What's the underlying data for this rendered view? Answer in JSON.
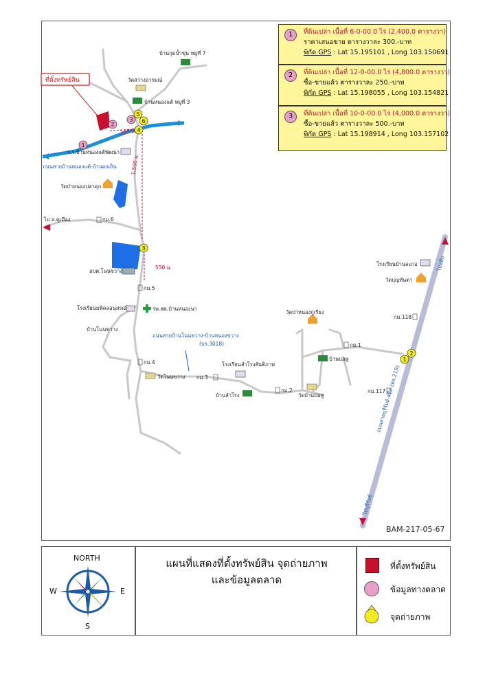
{
  "title": {
    "line1": "แผนที่แสดงที่ตั้งทรัพย์สิน จุดถ่ายภาพ",
    "line2": "และข้อมูลตลาด"
  },
  "doc_code": "BAM-217-05-67",
  "compass": {
    "north": "NORTH",
    "south": "S",
    "east": "E",
    "west": "W"
  },
  "legend": {
    "property": "ที่ตั้งทรัพย์สิน",
    "market": "ข้อมูลทางตลาด",
    "photo": "จุดถ่ายภาพ"
  },
  "market_data": [
    {
      "num": "1",
      "line1": "ที่ดินเปล่า  เนื้อที่ 6-0-00.0 ไร่ (2,400.0 ตารางวา)",
      "line2": "ราคาเสนอขาย ตารางวาละ 300.-บาท",
      "gps_label": "พิกัด GPS",
      "gps_value": " : Lat 15.195101 , Long 103.150691"
    },
    {
      "num": "2",
      "line1": "ที่ดินเปล่า  เนื้อที่ 12-0-00.0 ไร่ (4,800.0 ตารางวา)",
      "line2": "ซื้อ-ขายแล้ว ตารางวาละ 250.-บาท",
      "gps_label": "พิกัด GPS",
      "gps_value": " : Lat 15.198055 , Long 103.154821"
    },
    {
      "num": "3",
      "line1": "ที่ดินเปล่า  เนื้อที่ 10-0-00.0 ไร่ (4,000.0 ตารางวา)",
      "line2": "ซื้อ-ขายแล้ว ตารางวาละ 500.-บาท",
      "gps_label": "พิกัด GPS",
      "gps_value": " : Lat 15.198914 , Long 103.157102"
    }
  ],
  "map_labels": {
    "village_7": "บ้านกุดน้ำขุ่น หมู่ที่ 7",
    "wat_sawang": "วัดสว่างอารมณ์",
    "property_callout": "ที่ตั้งทรัพย์สิน",
    "village_3": "บ้านหนองแต้ หมู่ที่ 3",
    "school_nongtae": "ร.ร.บ้านหนองแต้พัฒนา",
    "dist_350": "350 ม.",
    "dist_1500": "1,500 ม.",
    "road_nongtae": "ถนนสายบ้านหนองแต้-บ้านดงเย็น",
    "wat_pa_nongpladuk": "วัดป่าหนองปลาดุก",
    "to_khueang": "ไป อ.คูเมือง",
    "km6": "กม.6",
    "obt_nonkhwang": "อบต.โนนขวาง",
    "dist_550": "550 ม.",
    "km5": "กม.5",
    "school_mahidol": "โรงเรียนมหิดลอนุสรณ์",
    "hospital": "รพ.สต.บ้านหนองนา",
    "ban_nonkhwang": "บ้านโนนขวาง",
    "road_nonkhwang": "ถนนสายบ้านโนนขวาง-บ้านหนองขวาง",
    "road_code": "(บร.3018)",
    "km4": "กม.4",
    "wat_nonkhwang": "วัดโนนขวาง",
    "km3": "กม.3",
    "school_lamrong": "โรงเรียนลำโรงสันติภาพ",
    "ban_lamrong": "บ้านลำโรง",
    "km2": "กม.2",
    "wat_ban_pohu": "วัดบ้านปอหู",
    "ban_pohu": "บ้านปอหู",
    "km1": "กม.1",
    "wat_pa_nongkhuriang": "วัดป่าหนองกูเรียง",
    "school_lakhor": "โรงเรียนบ้านละกอ",
    "wat_bunthanta": "วัดบุญทันตา",
    "km118": "กม.118",
    "km117": "กม.117",
    "highway": "ถนนสายบุรีรัมย์-สตึก (ทล.219)",
    "to_satuek": "ไปสตึก",
    "to_buriram": "ไปบุรีรัมย์"
  },
  "colors": {
    "river": "#1a8fd8",
    "pond": "#1e6fe6",
    "property": "#c8102e",
    "market_marker": "#e8a0c8",
    "photo_marker": "#f2ec1a",
    "info_box": "#fff59a",
    "road": "#c8c8c8",
    "highway": "#b8bcd8",
    "callout": "#d01818"
  }
}
